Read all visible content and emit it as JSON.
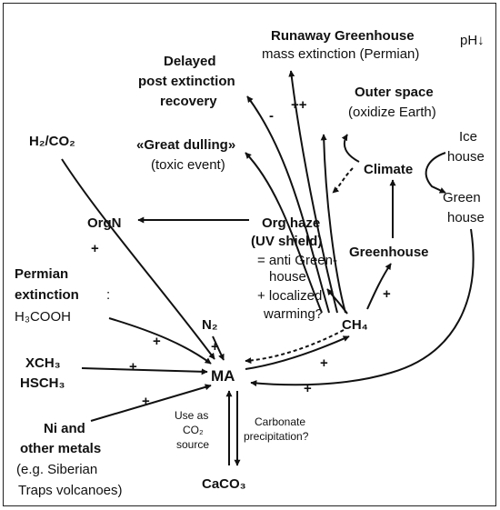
{
  "nodes": {
    "runaway_title": "Runaway Greenhouse",
    "runaway_sub": "mass extinction (Permian)",
    "ph": "pH↓",
    "delayed_l1": "Delayed",
    "delayed_l2": "post extinction",
    "delayed_l3": "recovery",
    "outer_title": "Outer space",
    "outer_sub": "(oxidize Earth)",
    "dulling_title": "«Great dulling»",
    "dulling_sub": "(toxic event)",
    "climate": "Climate",
    "ice_l1": "Ice",
    "ice_l2": "house",
    "green_l1": "Green",
    "green_l2": "house",
    "h2co2": "H₂/CO₂",
    "orgn": "OrgN",
    "haze_l1": "Org haze",
    "haze_l2": "(UV shield)",
    "haze_l3": "= anti Green-",
    "haze_l4": "house",
    "haze_l5": "+ localized",
    "haze_l6": "warming?",
    "greenhouse": "Greenhouse",
    "permian_l1": "Permian",
    "permian_l2": "extinction",
    "permian_colon": ":",
    "permian_l3": "H₃COOH",
    "n2": "N₂",
    "ch4": "CH₄",
    "xch3": "XCH₃",
    "hsch3": "HSCH₃",
    "ma": "MA",
    "ni_l1": "Ni and",
    "ni_l2": "other metals",
    "ni_l3": "(e.g. Siberian",
    "ni_l4": "Traps volcanoes)",
    "use_l1": "Use as",
    "use_l2": "CO₂",
    "use_l3": "source",
    "carb_l1": "Carbonate",
    "carb_l2": "precipitation?",
    "caco3": "CaCO₃"
  },
  "signs": {
    "h2co2": "+",
    "permian": "+",
    "n2": "+",
    "xch3": "+",
    "ni": "+",
    "ma_ch4": "+",
    "greenhouse_ma": "+",
    "ch4_greenhouse": "+",
    "delayed": "-",
    "runaway": "++"
  }
}
